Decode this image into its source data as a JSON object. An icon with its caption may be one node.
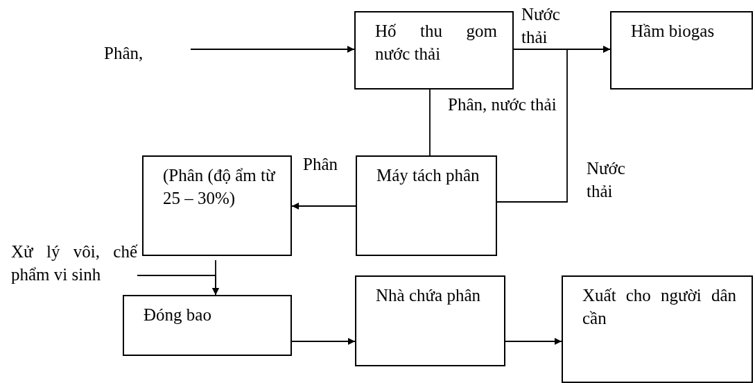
{
  "diagram": {
    "nodes": [
      {
        "text": [
          "Phân,"
        ]
      },
      {
        "text": [
          "Hố thu gom nước thải"
        ]
      },
      {
        "text": [
          "Hầm biogas"
        ]
      },
      {
        "text": [
          "(Phân (độ ẩm từ 25 – 30%)"
        ]
      },
      {
        "text": [
          "Máy tách phân"
        ]
      },
      {
        "text": [
          "Xử lý vôi, chế phẩm vi sinh"
        ]
      },
      {
        "text": [
          "Đóng bao"
        ]
      },
      {
        "text": [
          "Nhà chứa phân"
        ]
      },
      {
        "text": [
          "Xuất cho người dân cần"
        ]
      }
    ],
    "edges": [
      {
        "from": 0,
        "to": 1,
        "arrow": "to"
      },
      {
        "from": 1,
        "to": 2,
        "arrow": "to",
        "label": "Nước thải"
      },
      {
        "from": 4,
        "to": 2,
        "arrow": "to",
        "label": "Nước thải"
      },
      {
        "from": 1,
        "to": 4,
        "arrow": "none",
        "label": "Phân, nước thải"
      },
      {
        "from": 4,
        "to": 3,
        "arrow": "to",
        "label": "Phân"
      },
      {
        "from": 3,
        "to": 6,
        "arrow": "to"
      },
      {
        "from": 5,
        "to": 6,
        "arrow": "to"
      },
      {
        "from": 6,
        "to": 7,
        "arrow": "to"
      },
      {
        "from": 7,
        "to": 8,
        "arrow": "to"
      }
    ]
  }
}
